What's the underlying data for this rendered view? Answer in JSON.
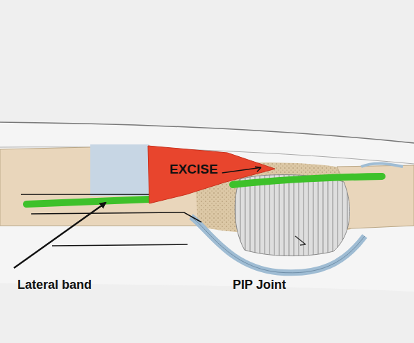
{
  "diagram": {
    "nodes": [
      {
        "text": [
          "EXCISE"
        ]
      }
    ],
    "labels": [
      "Lateral band",
      "PIP Joint"
    ]
  }
}
